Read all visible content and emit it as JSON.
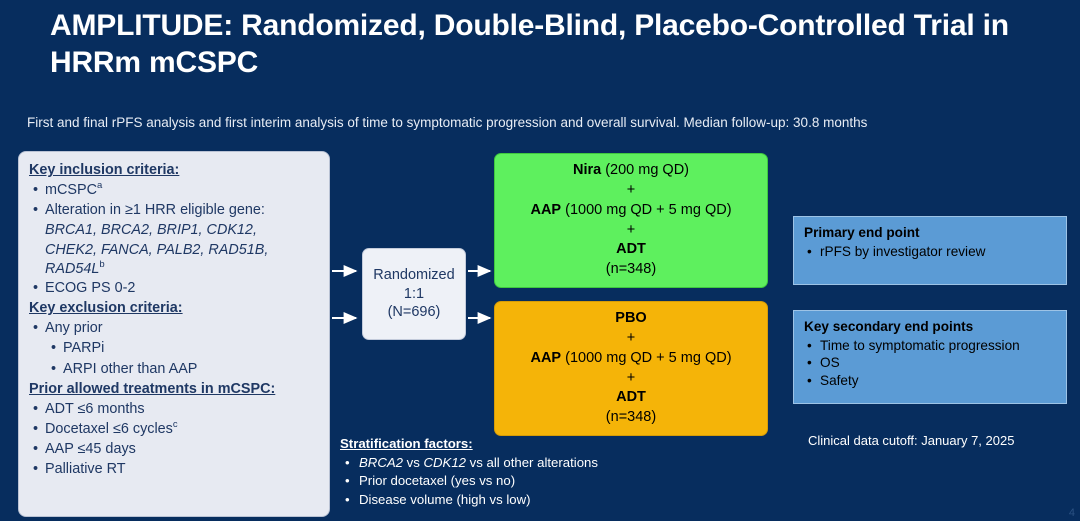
{
  "slide": {
    "title": "AMPLITUDE: Randomized, Double-Blind, Placebo-Controlled Trial in HRRm mCSPC",
    "subtitle": "First and final rPFS analysis and first interim analysis of time to symptomatic progression and overall survival. Median follow-up: 30.8 months",
    "page_number": "4"
  },
  "colors": {
    "background_navy": "#072d5e",
    "arm_green": "#5ef05e",
    "arm_amber": "#f5b408",
    "endpoint_blue": "#5b9bd5",
    "criteria_panel": "#e7eaf2",
    "criteria_text": "#1f3864"
  },
  "criteria": {
    "inclusion_heading": "Key inclusion criteria:",
    "inclusion_items": [
      "mCSPC",
      "Alteration in ≥1 HRR eligible gene:",
      "ECOG PS 0-2"
    ],
    "inclusion_mcspc_sup": "a",
    "gene_line_1": "BRCA1, BRCA2, BRIP1, CDK12,",
    "gene_line_2": "CHEK2, FANCA, PALB2, RAD51B,",
    "gene_line_3": "RAD54L",
    "gene_line_3_sup": "b",
    "exclusion_heading": "Key exclusion criteria:",
    "exclusion_items": [
      "Any prior",
      "PARPi",
      "ARPI other than AAP"
    ],
    "prior_heading": "Prior allowed treatments in mCSPC:",
    "prior_items": [
      "ADT ≤6 months",
      "Docetaxel ≤6 cycles",
      "AAP ≤45 days",
      "Palliative RT"
    ],
    "prior_docetaxel_sup": "c"
  },
  "randomization": {
    "line1": "Randomized",
    "line2": "1:1",
    "line3": "(N=696)"
  },
  "arms": [
    {
      "name": "niraparib-arm",
      "drug1_bold": "Nira",
      "drug1_dose": " (200 mg QD)",
      "plus1": "+",
      "drug2_bold": "AAP",
      "drug2_dose": " (1000 mg QD + 5 mg QD)",
      "plus2": "+",
      "drug3_bold": "ADT",
      "n_value": "(n=348)"
    },
    {
      "name": "placebo-arm",
      "drug1_bold": "PBO",
      "drug1_dose": "",
      "plus1": "+",
      "drug2_bold": "AAP",
      "drug2_dose": " (1000 mg QD + 5 mg QD)",
      "plus2": "+",
      "drug3_bold": "ADT",
      "n_value": "(n=348)"
    }
  ],
  "endpoints": {
    "primary_heading": "Primary end point",
    "primary_items": [
      "rPFS by investigator review"
    ],
    "secondary_heading": "Key secondary end points",
    "secondary_items": [
      "Time to symptomatic progression",
      "OS",
      "Safety"
    ]
  },
  "stratification": {
    "heading": "Stratification factors:",
    "item1_gene1": "BRCA2",
    "item1_mid": " vs ",
    "item1_gene2": "CDK12",
    "item1_tail": " vs all other alterations",
    "item2": "Prior docetaxel (yes vs no)",
    "item3": "Disease volume (high vs low)"
  },
  "footer": {
    "cutoff": "Clinical data cutoff: January 7, 2025"
  }
}
